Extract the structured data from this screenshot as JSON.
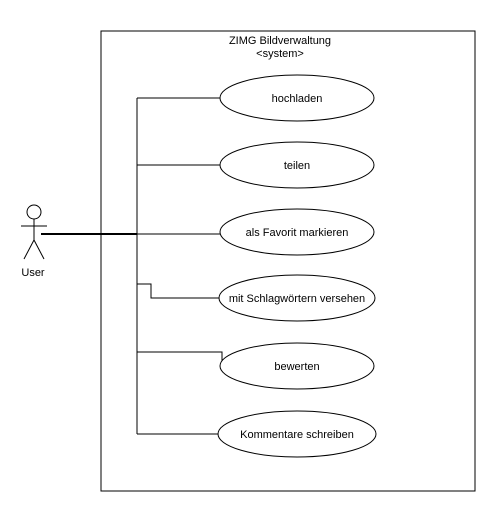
{
  "system": {
    "title": "ZIMG Bildverwaltung",
    "stereotype": "<system>"
  },
  "actor": {
    "label": "User"
  },
  "use_cases": [
    {
      "id": "upload",
      "label": "hochladen"
    },
    {
      "id": "share",
      "label": "teilen"
    },
    {
      "id": "favorite",
      "label": "als Favorit markieren"
    },
    {
      "id": "tag",
      "label": "mit Schlagwörtern versehen"
    },
    {
      "id": "rate",
      "label": "bewerten"
    },
    {
      "id": "comment",
      "label": "Kommentare schreiben"
    }
  ]
}
